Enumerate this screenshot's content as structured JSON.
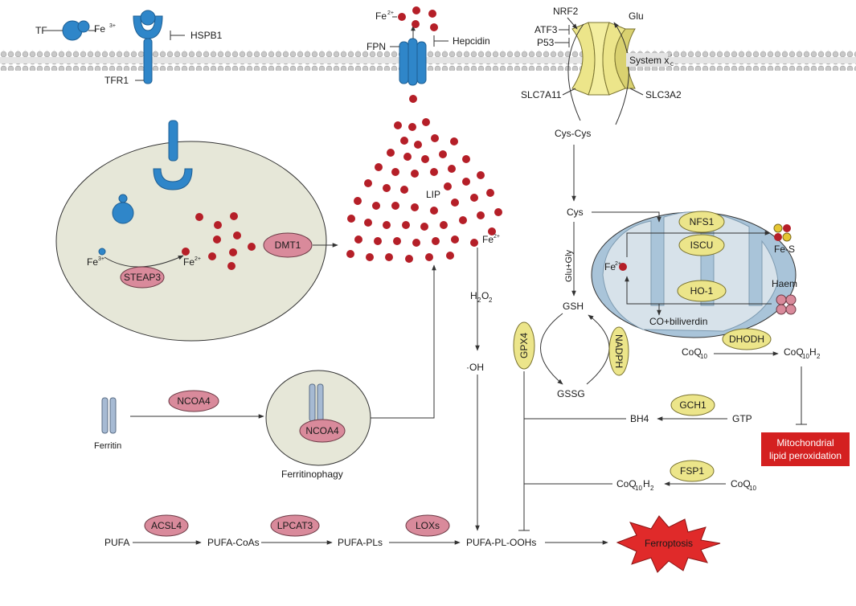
{
  "labels": {
    "tf": "TF",
    "fe3_top": "Fe",
    "fe3_top_sup": "3+",
    "hspb1": "HSPB1",
    "tfr1": "TFR1",
    "fe2_top": "Fe",
    "fe2_top_sup": "2+",
    "fpn": "FPN",
    "hepcidin": "Hepcidin",
    "nrf2": "NRF2",
    "glu": "Glu",
    "atf3": "ATF3",
    "p53": "P53",
    "system_xc": "System x",
    "system_xc_sub": "c",
    "system_xc_sup": "-",
    "slc7a11": "SLC7A11",
    "slc3a2": "SLC3A2",
    "cys_cys": "Cys-Cys",
    "cys": "Cys",
    "lip": "LIP",
    "fe2_lip": "Fe",
    "fe2_lip_sup": "2+",
    "dmt1": "DMT1",
    "steap3": "STEAP3",
    "fe3_endo": "Fe",
    "fe3_endo_sup": "3+",
    "fe2_endo": "Fe",
    "fe2_endo_sup": "2+",
    "h2o2": "H",
    "h2o2_b": "O",
    "h2o2_sub": "2",
    "oh": "·OH",
    "glu_gly": "Glu+Gly",
    "gsh": "GSH",
    "gssg": "GSSG",
    "gpx4": "GPX4",
    "nadph": "NADPH",
    "nfs1": "NFS1",
    "iscu": "ISCU",
    "ho1": "HO-1",
    "fe_s": "Fe-S",
    "haem": "Haem",
    "fe2_mito": "Fe",
    "fe2_mito_sup": "2+",
    "co_biliverdin": "CO+biliverdin",
    "dhodh": "DHODH",
    "coq10": "CoQ",
    "coq10_sub": "10",
    "coq10h2": "CoQ",
    "coq10h2_sub": "10",
    "coq10h2_h": "H",
    "coq10h2_sub2": "2",
    "gch1": "GCH1",
    "bh4": "BH4",
    "gtp": "GTP",
    "fsp1": "FSP1",
    "coq10h2_b": "CoQ",
    "coq10h2_b_sub": "10",
    "coq10h2_b_h": "H",
    "coq10h2_b_sub2": "2",
    "coq10_b": "CoQ",
    "coq10_b_sub": "10",
    "mito_lipid_1": "Mitochondrial",
    "mito_lipid_2": "lipid peroxidation",
    "ncoa4": "NCOA4",
    "ferritin": "Ferritin",
    "ncoa4_vesicle": "NCOA4",
    "ferritinophagy": "Ferritinophagy",
    "pufa": "PUFA",
    "acsl4": "ACSL4",
    "pufa_coas": "PUFA-CoAs",
    "lpcat3": "LPCAT3",
    "pufa_pls": "PUFA-PLs",
    "loxs": "LOXs",
    "pufa_pl_oohs": "PUFA-PL-OOHs",
    "ferroptosis": "Ferroptosis"
  },
  "colors": {
    "iron": "#b51f28",
    "protein_pink": "#d98a9b",
    "protein_yellow": "#ece58a",
    "transporter_blue": "#2f86c9",
    "membrane": "#c9c9c9",
    "cell_fill": "#e6e7d8",
    "mito_fill": "#a9c4d9",
    "mito_inner": "#d7e2ea",
    "alert_red": "#d42020"
  }
}
